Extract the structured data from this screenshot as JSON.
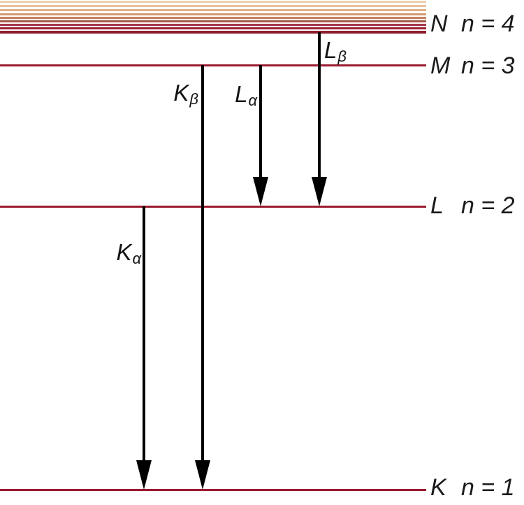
{
  "figure": {
    "type": "energy-level-diagram",
    "description": "X-ray transition energy levels between electron shells",
    "background": "#ffffff",
    "level_line_color": "#9b1b31",
    "n4_line_color": "#8e1d2c",
    "arrow_color": "#000000",
    "text_color": "#1d1a1b",
    "band_colors": [
      "#eccfac",
      "#e8c19d",
      "#dfb088",
      "#d39a72",
      "#c58360",
      "#a85a4c",
      "#a23749",
      "#9b2136"
    ],
    "levels": [
      {
        "shell": "N",
        "n_label": "n = 4"
      },
      {
        "shell": "M",
        "n_label": "n = 3"
      },
      {
        "shell": "L",
        "n_label": "n = 2"
      },
      {
        "shell": "K",
        "n_label": "n = 1"
      }
    ],
    "transitions": [
      {
        "main": "K",
        "sub": "α",
        "from_shell": "L",
        "to_shell": "K"
      },
      {
        "main": "K",
        "sub": "β",
        "from_shell": "M",
        "to_shell": "K"
      },
      {
        "main": "L",
        "sub": "α",
        "from_shell": "M",
        "to_shell": "L"
      },
      {
        "main": "L",
        "sub": "β",
        "from_shell": "N",
        "to_shell": "L"
      }
    ]
  }
}
